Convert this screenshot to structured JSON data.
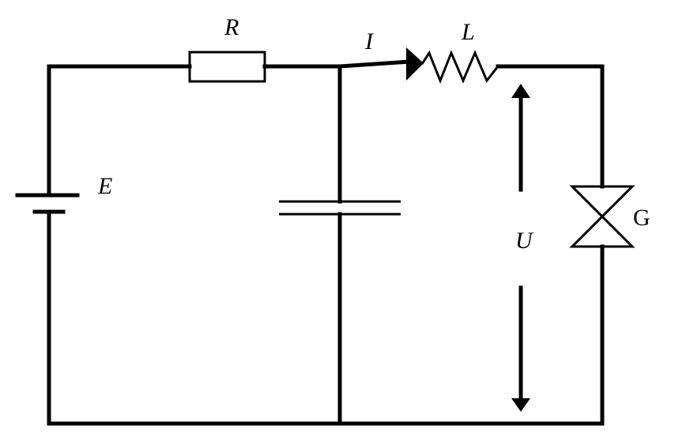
{
  "labels": {
    "resistor": "R",
    "inductor": "L",
    "current": "I",
    "emf": "E",
    "voltage": "U",
    "gap": "G"
  }
}
